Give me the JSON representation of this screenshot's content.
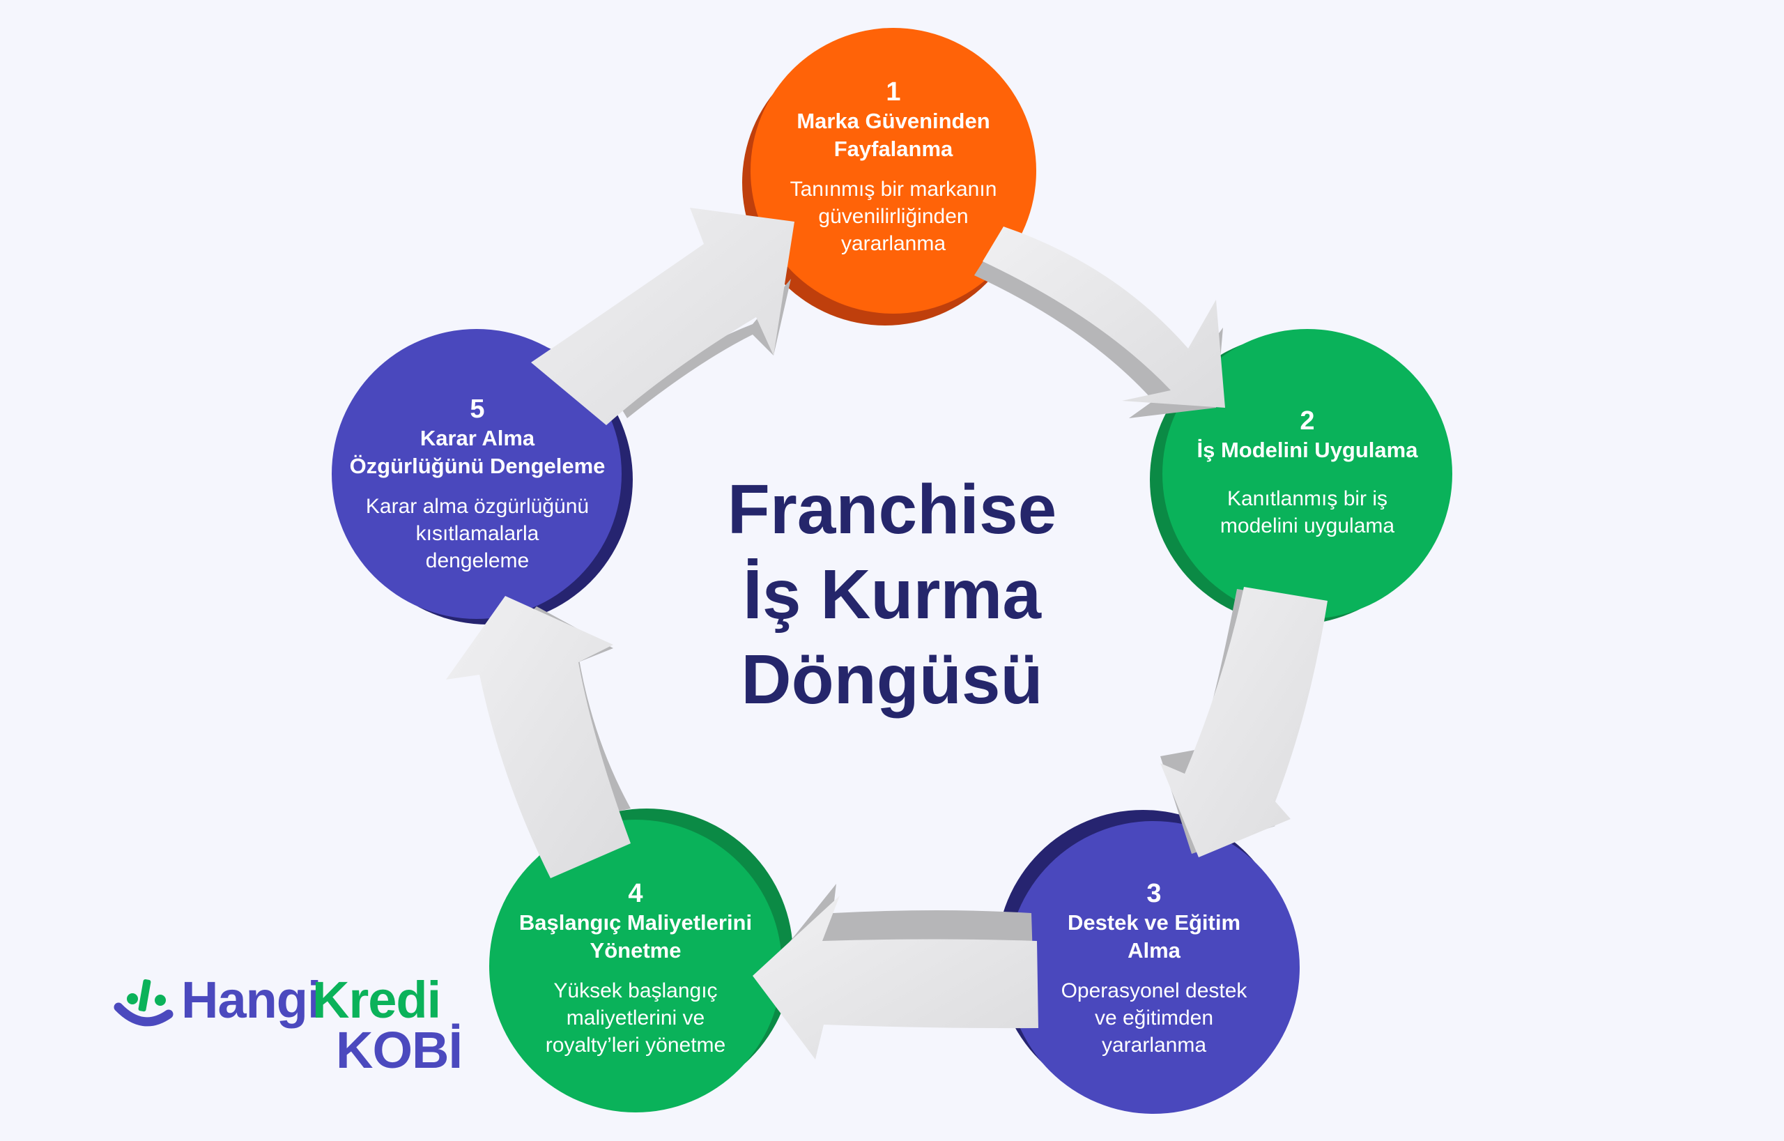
{
  "diagram": {
    "title_lines": [
      "Franchise",
      "İş Kurma",
      "Döngüsü"
    ],
    "type": "cycle",
    "steps": [
      {
        "number": "1",
        "title_lines": [
          "Marka Güveninden",
          "Fayfalanma"
        ],
        "desc_lines": [
          "Tanınmış bir markanın",
          "güvenilirliğinden",
          "yararlanma"
        ],
        "color": "#ff6308",
        "shade": "#bf3f0c"
      },
      {
        "number": "2",
        "title_lines": [
          "İş Modelini Uygulama"
        ],
        "desc_lines": [
          "Kanıtlanmış bir iş",
          "modelini uygulama"
        ],
        "color": "#0ab25a",
        "shade": "#0b8a45"
      },
      {
        "number": "3",
        "title_lines": [
          "Destek ve Eğitim",
          "Alma"
        ],
        "desc_lines": [
          "Operasyonel destek",
          "ve eğitimden",
          "yararlanma"
        ],
        "color": "#4a48bd",
        "shade": "#262470"
      },
      {
        "number": "4",
        "title_lines": [
          "Başlangıç Maliyetlerini",
          "Yönetme"
        ],
        "desc_lines": [
          "Yüksek başlangıç",
          "maliyetlerini ve",
          "royalty’leri yönetme"
        ],
        "color": "#0ab25a",
        "shade": "#0b8a45"
      },
      {
        "number": "5",
        "title_lines": [
          "Karar Alma",
          "Özgürlüğünü Dengeleme"
        ],
        "desc_lines": [
          "Karar alma özgürlüğünü",
          "kısıtlamalarla",
          "dengeleme"
        ],
        "color": "#4a48bd",
        "shade": "#262470"
      }
    ],
    "arrows": [
      {
        "from": "1",
        "to": "2"
      },
      {
        "from": "2",
        "to": "3"
      },
      {
        "from": "3",
        "to": "4"
      },
      {
        "from": "4",
        "to": "5"
      },
      {
        "from": "5",
        "to": "1"
      }
    ]
  },
  "logo": {
    "brand_part1": "Hangi",
    "brand_part2": "Kredi",
    "sub": "KOBİ",
    "primary_color": "#4b49be",
    "accent_color": "#0bb25a"
  },
  "colors": {
    "background": "#f5f6fd",
    "title": "#25266b",
    "arrow_face": "#e4e4e6",
    "arrow_side": "#b6b6b8"
  }
}
